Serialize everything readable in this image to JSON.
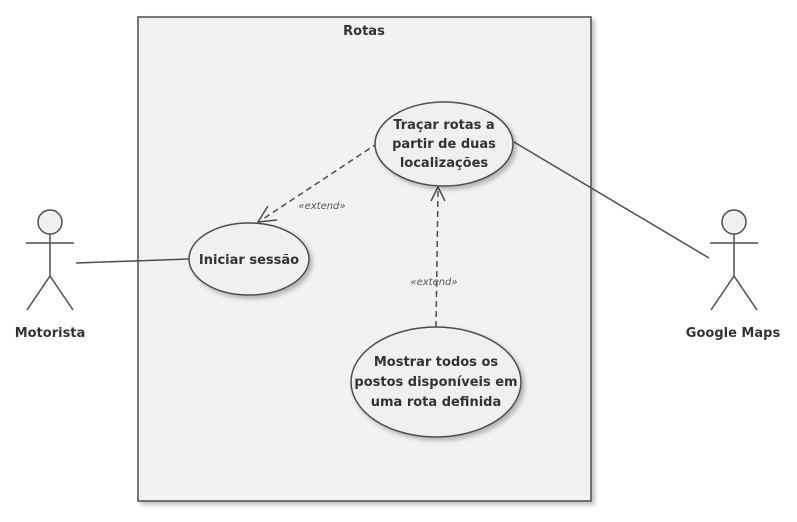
{
  "system": {
    "title": "Rotas"
  },
  "actors": {
    "motorista": {
      "label": "Motorista"
    },
    "google_maps": {
      "label": "Google Maps"
    }
  },
  "use_cases": {
    "tracar_rotas": {
      "lines": [
        "Traçar rotas a",
        "partir de duas",
        "localizações"
      ]
    },
    "iniciar_sessao": {
      "lines": [
        "Iniciar sessão"
      ]
    },
    "mostrar_postos": {
      "lines": [
        "Mostrar todos os",
        "postos disponíveis em",
        "uma rota definida"
      ]
    }
  },
  "relations": {
    "extend_1": {
      "label": "«extend»"
    },
    "extend_2": {
      "label": "«extend»"
    }
  },
  "colors": {
    "line": "#4d4d4d",
    "usecase_fill": "#f0f0f0",
    "system_fill": "#f2f2f2",
    "shadow": "#c8c8c8",
    "text": "#333333"
  }
}
